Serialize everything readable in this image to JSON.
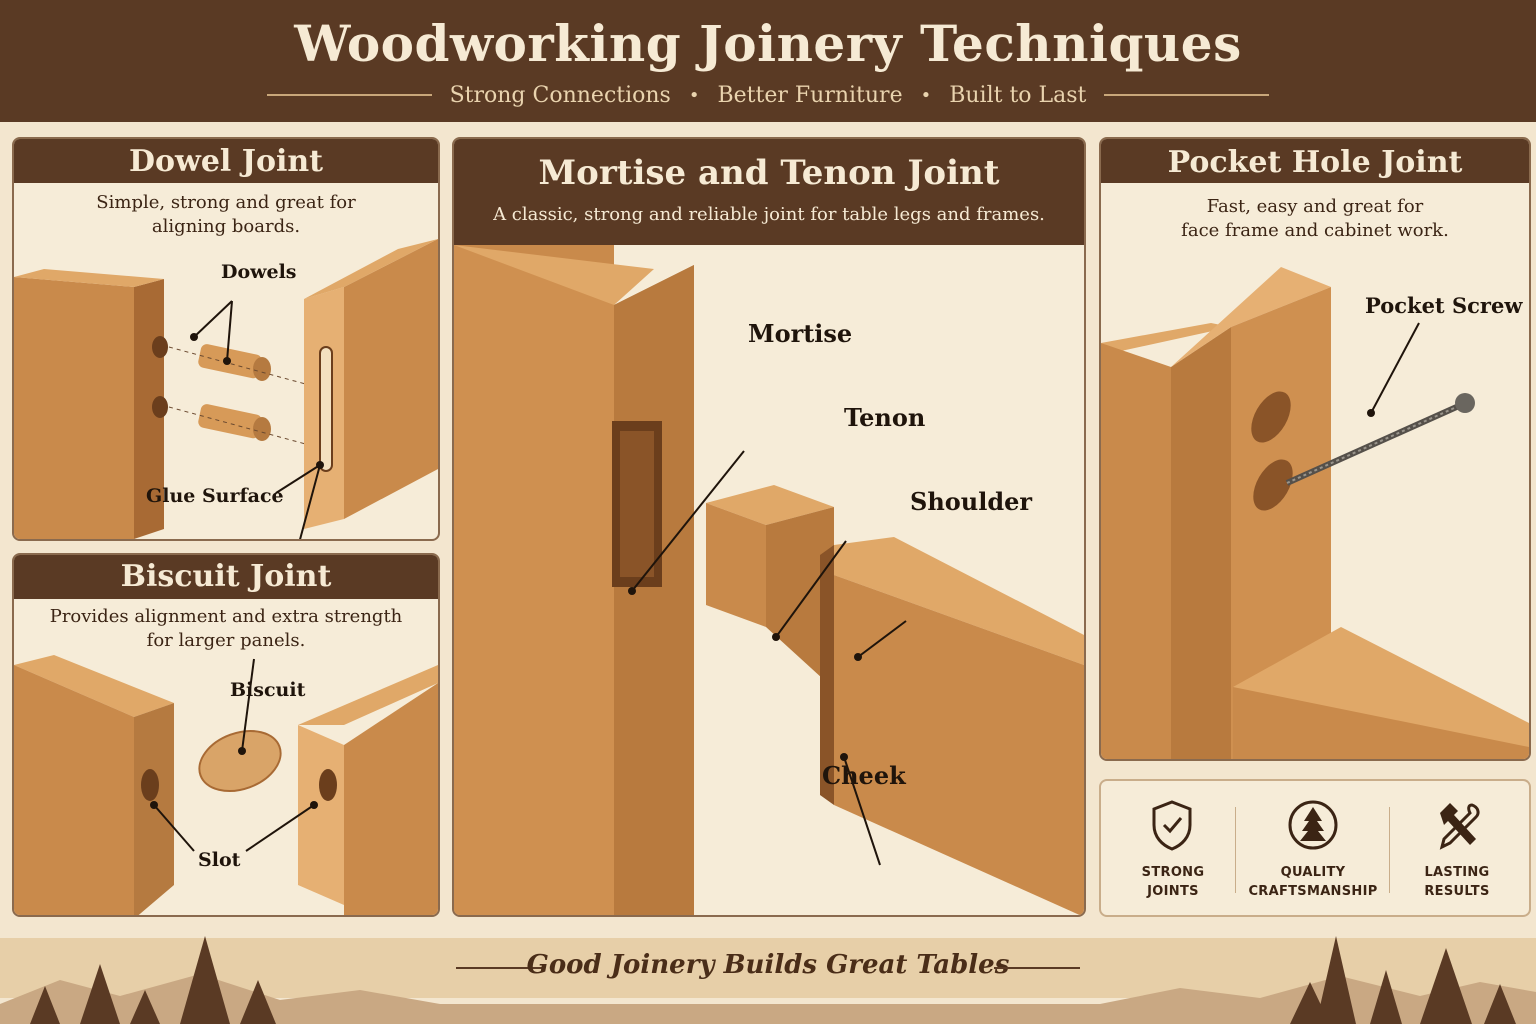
{
  "header": {
    "title": "Woodworking Joinery Techniques",
    "subtitle_items": [
      "Strong Connections",
      "Better Furniture",
      "Built to Last"
    ]
  },
  "panels": {
    "dowel": {
      "title": "Dowel Joint",
      "description_line1": "Simple, strong and great for",
      "description_line2": "aligning boards.",
      "callouts": {
        "dowels": "Dowels",
        "glue_surface": "Glue Surface"
      }
    },
    "biscuit": {
      "title": "Biscuit Joint",
      "description_line1": "Provides alignment and extra strength",
      "description_line2": "for larger panels.",
      "callouts": {
        "biscuit": "Biscuit",
        "slot": "Slot"
      }
    },
    "mortise": {
      "title": "Mortise and Tenon Joint",
      "description": "A classic, strong and reliable joint for table legs and frames.",
      "callouts": {
        "mortise": "Mortise",
        "tenon": "Tenon",
        "shoulder": "Shoulder",
        "cheek": "Cheek"
      }
    },
    "pocket": {
      "title": "Pocket Hole Joint",
      "description_line1": "Fast, easy and great for",
      "description_line2": "face frame and cabinet work.",
      "callouts": {
        "pocket_screw": "Pocket Screw"
      }
    }
  },
  "badges": [
    {
      "icon": "shield-check-icon",
      "line1": "STRONG",
      "line2": "JOINTS"
    },
    {
      "icon": "tree-icon",
      "line1": "QUALITY",
      "line2": "CRAFTSMANSHIP"
    },
    {
      "icon": "hammer-wrench-icon",
      "line1": "LASTING",
      "line2": "RESULTS"
    }
  ],
  "footer": {
    "tagline": "Good Joinery Builds Great Tables"
  },
  "colors": {
    "header_bg": "#5a3a24",
    "page_bg": "#f3e6cf",
    "wood_light": "#e0a868",
    "wood_mid": "#c98a4b",
    "wood_dark": "#a86a34"
  }
}
